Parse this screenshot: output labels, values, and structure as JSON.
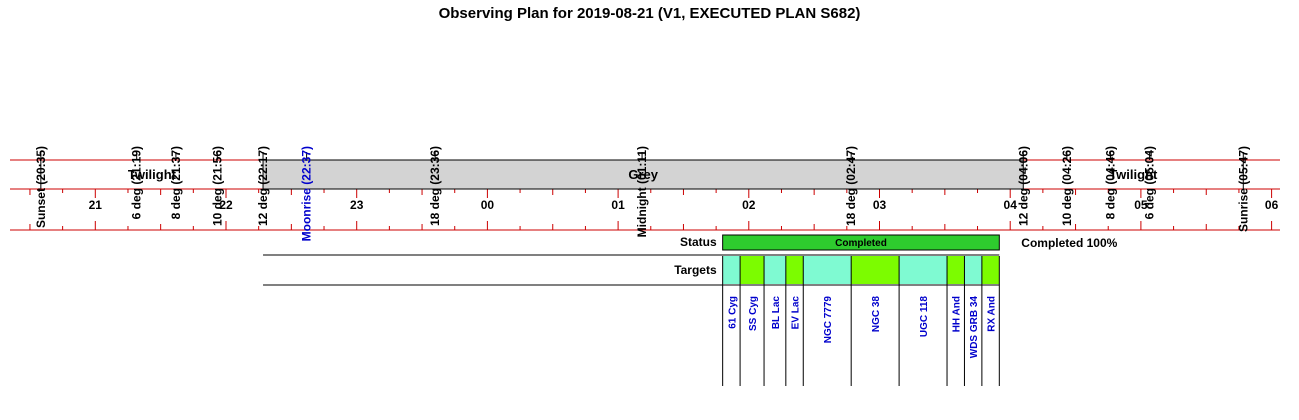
{
  "title": "Observing Plan for 2019-08-21 (V1, EXECUTED PLAN S682)",
  "colors": {
    "axis": "#cc0000",
    "grey_band": "#d3d3d3",
    "status_fill": "#2ecc2e",
    "target_cyan": "#7ffad2",
    "target_green": "#7cfc00",
    "moon_label": "#0000cc",
    "target_label": "#0000cc"
  },
  "chart_data": {
    "type": "timeline",
    "time_axis": {
      "start_hour": 20.5,
      "end_hour": 30.0,
      "hour_labels": [
        "21",
        "22",
        "23",
        "00",
        "01",
        "02",
        "03",
        "04",
        "05",
        "06"
      ],
      "minor_tick_minutes": 15
    },
    "events": [
      {
        "label": "Sunset (20:35)",
        "time": "20:35",
        "color": "black"
      },
      {
        "label": "6 deg (21:19)",
        "time": "21:19",
        "color": "black"
      },
      {
        "label": "8 deg (21:37)",
        "time": "21:37",
        "color": "black"
      },
      {
        "label": "10 deg (21:56)",
        "time": "21:56",
        "color": "black"
      },
      {
        "label": "12 deg (22:17)",
        "time": "22:17",
        "color": "black"
      },
      {
        "label": "Moonrise (22:37)",
        "time": "22:37",
        "color": "blue"
      },
      {
        "label": "18 deg (23:36)",
        "time": "23:36",
        "color": "black"
      },
      {
        "label": "Midnight (01:11)",
        "time": "01:11",
        "color": "black"
      },
      {
        "label": "18 deg (02:47)",
        "time": "02:47",
        "color": "black"
      },
      {
        "label": "12 deg (04:06)",
        "time": "04:06",
        "color": "black"
      },
      {
        "label": "10 deg (04:26)",
        "time": "04:26",
        "color": "black"
      },
      {
        "label": "8 deg (04:46)",
        "time": "04:46",
        "color": "black"
      },
      {
        "label": "6 deg (05:04)",
        "time": "05:04",
        "color": "black"
      },
      {
        "label": "Sunrise (05:47)",
        "time": "05:47",
        "color": "black"
      }
    ],
    "bands": [
      {
        "label": "Twilight",
        "start": "20:35",
        "end": "22:17",
        "fill": "none"
      },
      {
        "label": "Grey",
        "start": "22:17",
        "end": "04:06",
        "fill": "grey"
      },
      {
        "label": "Twilight",
        "start": "04:06",
        "end": "05:47",
        "fill": "none"
      }
    ],
    "status": {
      "row_label": "Status",
      "bar_label": "Completed",
      "start": "01:48",
      "end": "03:55",
      "summary": "Completed 100%"
    },
    "targets_row_label": "Targets",
    "targets": [
      {
        "name": "61 Cyg",
        "start": "01:48",
        "end": "01:56",
        "color": "cyan"
      },
      {
        "name": "SS Cyg",
        "start": "01:56",
        "end": "02:07",
        "color": "green"
      },
      {
        "name": "BL Lac",
        "start": "02:07",
        "end": "02:17",
        "color": "cyan"
      },
      {
        "name": "EV Lac",
        "start": "02:17",
        "end": "02:25",
        "color": "green"
      },
      {
        "name": "NGC 7779",
        "start": "02:25",
        "end": "02:47",
        "color": "cyan"
      },
      {
        "name": "NGC 38",
        "start": "02:47",
        "end": "03:09",
        "color": "green"
      },
      {
        "name": "UGC 118",
        "start": "03:09",
        "end": "03:31",
        "color": "cyan"
      },
      {
        "name": "HH And",
        "start": "03:31",
        "end": "03:39",
        "color": "green"
      },
      {
        "name": "WDS GRB 34",
        "start": "03:39",
        "end": "03:47",
        "color": "cyan"
      },
      {
        "name": "RX And",
        "start": "03:47",
        "end": "03:55",
        "color": "green"
      }
    ]
  }
}
